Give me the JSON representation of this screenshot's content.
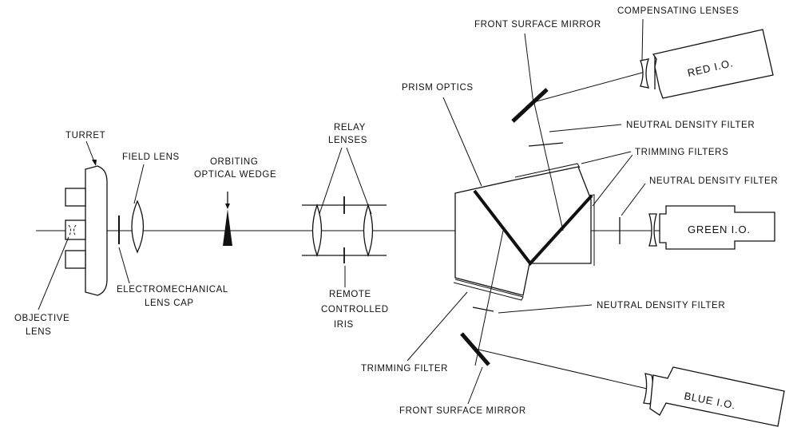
{
  "labels": {
    "turret": "TURRET",
    "field_lens": "FIELD LENS",
    "orbiting_wedge_1": "ORBITING",
    "orbiting_wedge_2": "OPTICAL WEDGE",
    "relay_1": "RELAY",
    "relay_2": "LENSES",
    "objective_1": "OBJECTIVE",
    "objective_2": "LENS",
    "lens_cap_1": "ELECTROMECHANICAL",
    "lens_cap_2": "LENS CAP",
    "iris_1": "REMOTE",
    "iris_2": "CONTROLLED",
    "iris_3": "IRIS",
    "prism_optics": "PRISM OPTICS",
    "front_mirror_top": "FRONT SURFACE MIRROR",
    "compensating_lenses": "COMPENSATING LENSES",
    "nd_filter_top": "NEUTRAL DENSITY FILTER",
    "trimming_filters": "TRIMMING FILTERS",
    "nd_filter_right": "NEUTRAL DENSITY FILTER",
    "nd_filter_bottom": "NEUTRAL DENSITY FILTER",
    "trimming_filter": "TRIMMING FILTER",
    "front_mirror_bottom": "FRONT SURFACE MIRROR",
    "red_io": "RED I.O.",
    "green_io": "GREEN I.O.",
    "blue_io": "BLUE I.O."
  }
}
